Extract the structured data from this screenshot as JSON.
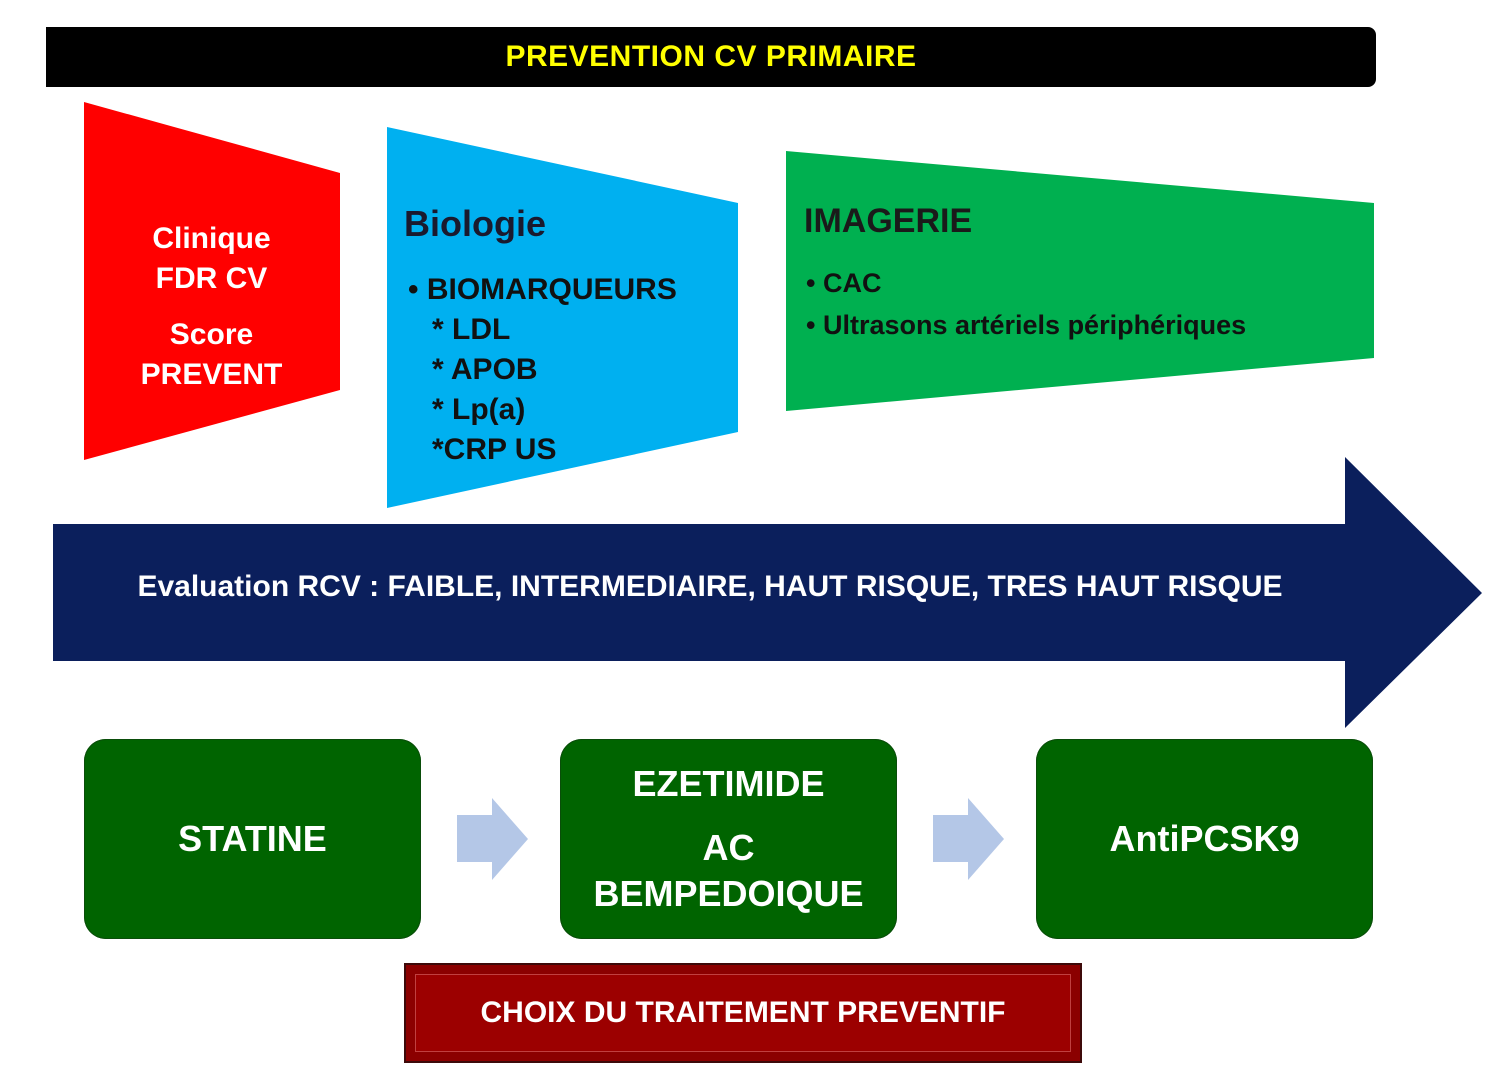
{
  "title": "PREVENTION CV PRIMAIRE",
  "clinique": {
    "lines": [
      "Clinique",
      "FDR CV",
      "Score",
      "PREVENT"
    ],
    "color": "#ff0000"
  },
  "biologie": {
    "heading": "Biologie",
    "bullet": "• BIOMARQUEURS",
    "items": [
      "* LDL",
      "* APOB",
      "* Lp(a)",
      "*CRP US"
    ],
    "color": "#00b0f0"
  },
  "imagerie": {
    "heading": "IMAGERIE",
    "items": [
      "•  CAC",
      "•  Ultrasons artériels périphériques"
    ],
    "color": "#00b050"
  },
  "arrow": {
    "text": "Evaluation RCV : FAIBLE, INTERMEDIAIRE, HAUT RISQUE, TRES HAUT RISQUE",
    "color": "#0b1f5c"
  },
  "treatments": [
    {
      "lines": [
        "STATINE"
      ]
    },
    {
      "lines": [
        "EZETIMIDE",
        "AC",
        "BEMPEDOIQUE"
      ]
    },
    {
      "lines": [
        "AntiPCSK9"
      ]
    }
  ],
  "banner": "CHOIX DU TRAITEMENT PREVENTIF",
  "colors": {
    "treatment_box": "#006400",
    "small_arrow": "#b4c7e7",
    "banner": "#8b0000"
  }
}
